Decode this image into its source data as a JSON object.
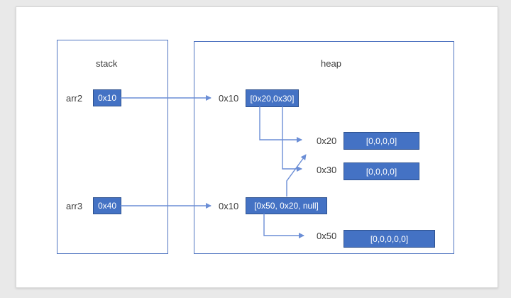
{
  "colors": {
    "box_fill": "#4472c4",
    "box_border": "#2f528f",
    "region_border": "#4f74c0",
    "connector": "#6b8ed6",
    "label_text": "#3b3b3b",
    "box_text": "#ffffff",
    "desktop_bg": "#e9e9e9",
    "page_bg": "#ffffff"
  },
  "stack": {
    "title": "stack",
    "items": [
      {
        "name": "arr2",
        "value": "0x10"
      },
      {
        "name": "arr3",
        "value": "0x40"
      }
    ]
  },
  "heap": {
    "title": "heap",
    "nodes": [
      {
        "address": "0x10",
        "value": "[0x20,0x30]"
      },
      {
        "address": "0x20",
        "value": "[0,0,0,0]"
      },
      {
        "address": "0x30",
        "value": "[0,0,0,0]"
      },
      {
        "address": "0x10",
        "value": "[0x50, 0x20, null]"
      },
      {
        "address": "0x50",
        "value": "[0,0,0,0,0]"
      }
    ]
  }
}
